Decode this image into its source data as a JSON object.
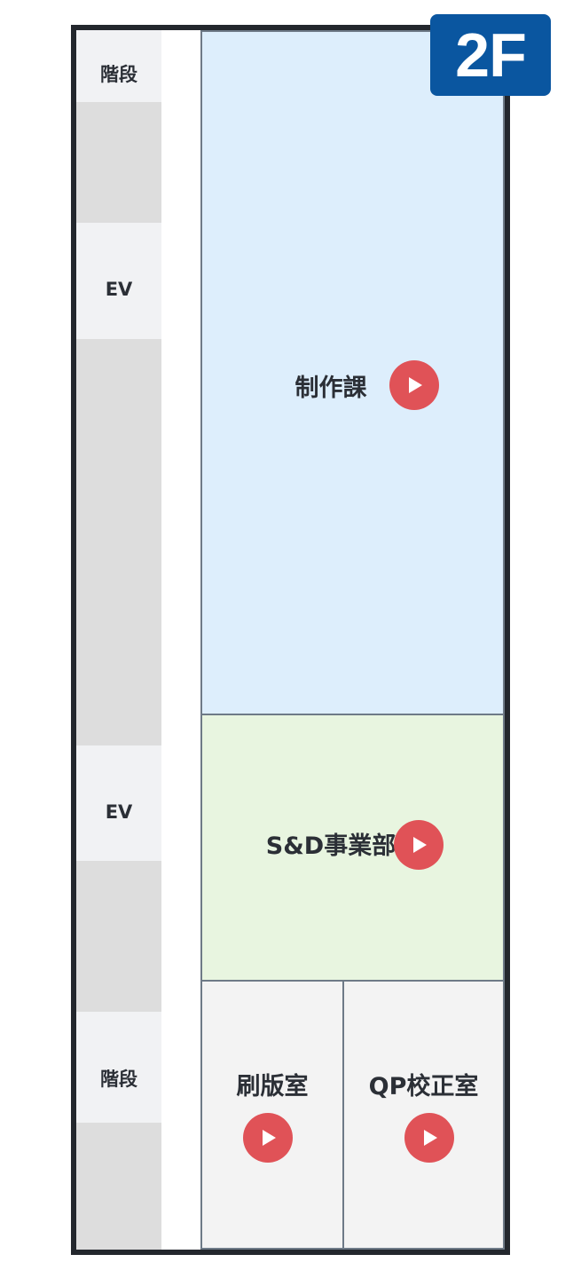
{
  "floor": {
    "label": "2F",
    "badge_color": "#0a56a0"
  },
  "colors": {
    "outline": "#23272d",
    "side_gray": "#dddddd",
    "side_light": "#f1f2f4",
    "room_blue": "#ddeefc",
    "room_green": "#e8f5e0",
    "room_gray": "#f3f3f3",
    "play": "#e05257"
  },
  "side_blocks": [
    {
      "label": "階段"
    },
    {
      "label": "EV"
    },
    {
      "label": "EV"
    },
    {
      "label": "階段"
    }
  ],
  "rooms": [
    {
      "label": "制作課"
    },
    {
      "label": "S&D事業部"
    },
    {
      "label": "刷版室"
    },
    {
      "label": "QP校正室"
    }
  ],
  "play_icon": "play-icon"
}
